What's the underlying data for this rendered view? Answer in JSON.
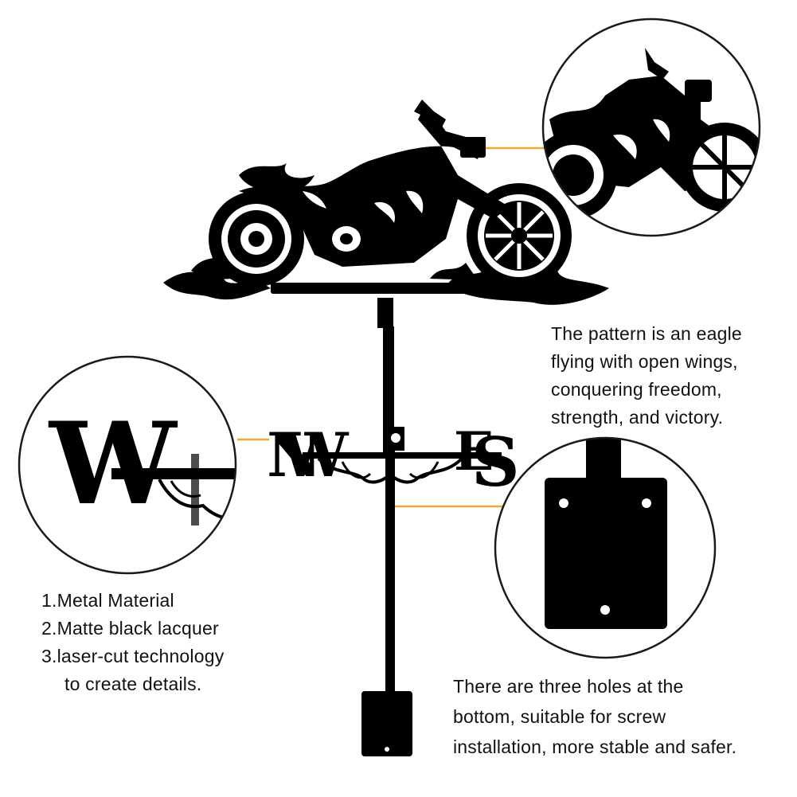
{
  "colors": {
    "metal": "#000000",
    "accent": "#f0a830",
    "circle_border": "#1a1a1a"
  },
  "compass": {
    "west": "W",
    "north": "N",
    "east": "E",
    "south": "S"
  },
  "callouts": {
    "pattern": [
      "The pattern is an eagle",
      "flying with open wings,",
      "conquering freedom,",
      "strength, and victory."
    ],
    "features": [
      "1.Metal Material",
      "2.Matte black lacquer",
      "3.laser-cut technology",
      "to create details."
    ],
    "holes": [
      "There are three holes at the",
      "bottom, suitable for screw",
      "installation, more stable and safer."
    ]
  }
}
